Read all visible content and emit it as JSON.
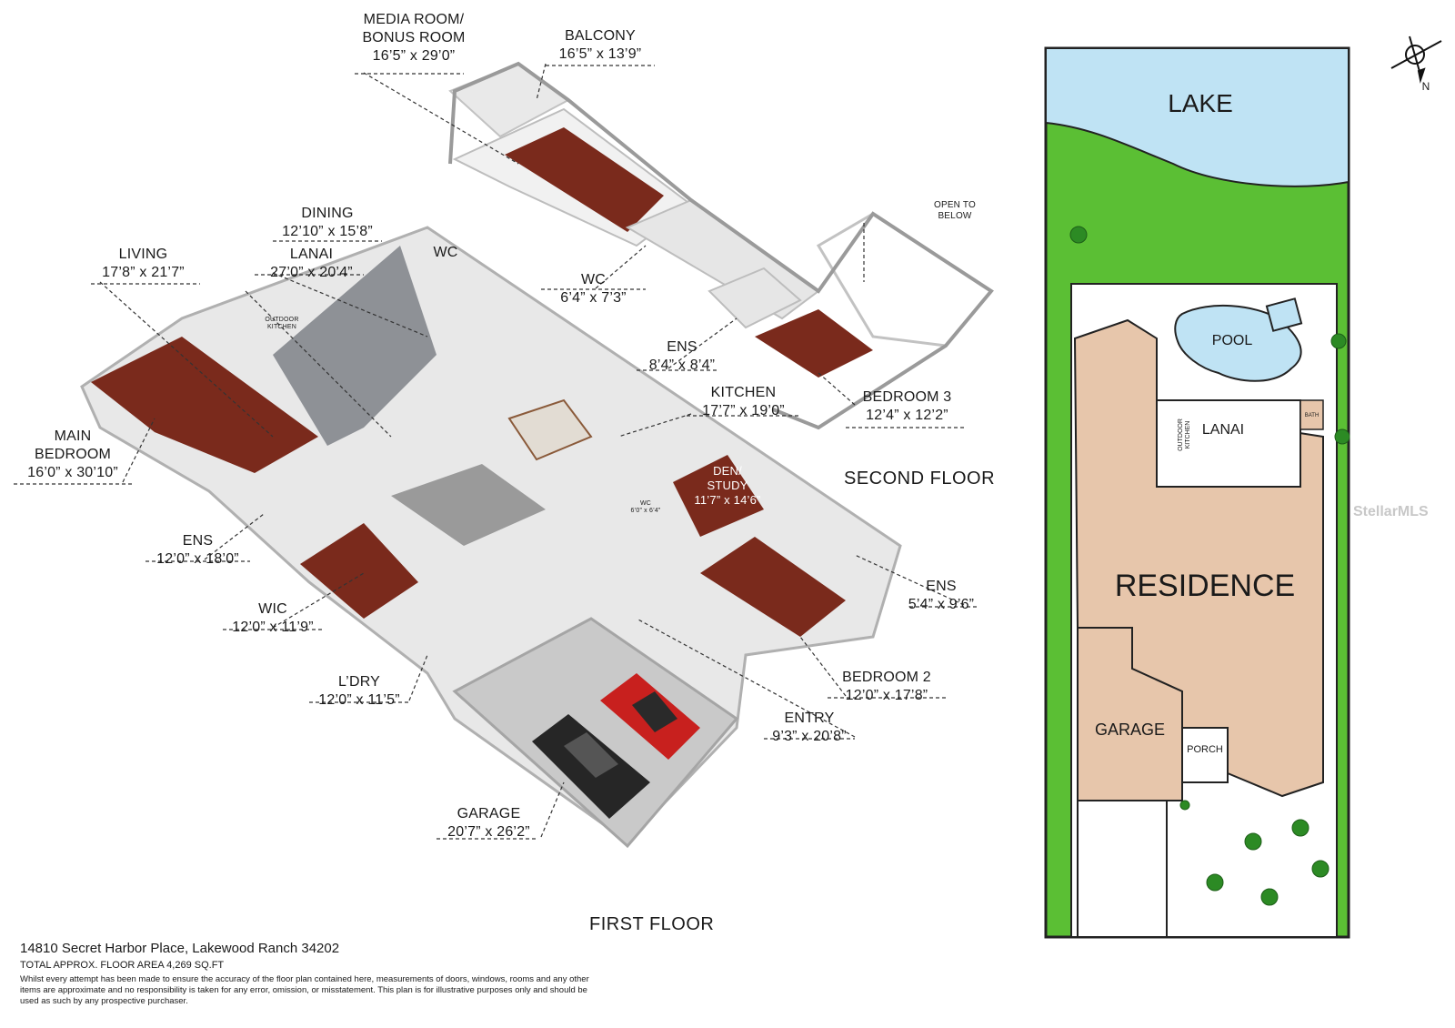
{
  "rooms": [
    {
      "id": "media",
      "name": "MEDIA ROOM/\nBONUS ROOM",
      "dims": "16’5” x 29’0”"
    },
    {
      "id": "balcony",
      "name": "BALCONY",
      "dims": "16’5” x 13’9”"
    },
    {
      "id": "dining",
      "name": "DINING",
      "dims": "12’10” x 15’8”"
    },
    {
      "id": "lanai",
      "name": "LANAI",
      "dims": "27’0” x 20’4”"
    },
    {
      "id": "living",
      "name": "LIVING",
      "dims": "17’8” x 21’7”"
    },
    {
      "id": "wc_up",
      "name": "WC",
      "dims": ""
    },
    {
      "id": "wc2",
      "name": "WC",
      "dims": "6’4” x 7’3”"
    },
    {
      "id": "open",
      "name": "OPEN TO\nBELOW",
      "dims": ""
    },
    {
      "id": "ens1",
      "name": "ENS",
      "dims": "8’4” x 8’4”"
    },
    {
      "id": "kitchen",
      "name": "KITCHEN",
      "dims": "17’7” x 19’0”"
    },
    {
      "id": "bed3",
      "name": "BEDROOM 3",
      "dims": "12’4” x 12’2”"
    },
    {
      "id": "main_bed",
      "name": "MAIN\nBEDROOM",
      "dims": "16’0” x 30’10”"
    },
    {
      "id": "den",
      "name": "DEN/\nSTUDY",
      "dims": "11’7” x 14’6”"
    },
    {
      "id": "ens_main",
      "name": "ENS",
      "dims": "12’0” x 18’0”"
    },
    {
      "id": "ens2",
      "name": "ENS",
      "dims": "5’4” x 9’6”"
    },
    {
      "id": "wic",
      "name": "WIC",
      "dims": "12’0” x 11’9”"
    },
    {
      "id": "bed2",
      "name": "BEDROOM 2",
      "dims": "12’0” x 17’8”"
    },
    {
      "id": "ldry",
      "name": "L’DRY",
      "dims": "12’0” x 11’5”"
    },
    {
      "id": "entry",
      "name": "ENTRY",
      "dims": "9’3” x 20’8”"
    },
    {
      "id": "garage",
      "name": "GARAGE",
      "dims": "20’7” x 26’2”"
    }
  ],
  "small_labels": {
    "outdoor_kitchen": "OUTDOOR\nKITCHEN",
    "wc_small": "WC",
    "wc_small_dims": "6’0” x 6’4”"
  },
  "floors": {
    "second": "SECOND FLOOR",
    "first": "FIRST FLOOR"
  },
  "footer": {
    "address": "14810 Secret Harbor Place, Lakewood Ranch 34202",
    "area": "TOTAL APPROX. FLOOR AREA 4,269 SQ.FT",
    "disclaimer": "Whilst every attempt has been made to ensure the accuracy of the floor plan contained here, measurements of doors, windows, rooms and any other items are approximate and no responsibility is taken for any error, omission, or misstatement. This plan is for illustrative purposes only and should be used as such by any prospective purchaser."
  },
  "site_plan": {
    "lake": "LAKE",
    "pool": "POOL",
    "lanai": "LANAI",
    "outdoor_kitchen": "OUTDOOR\nKITCHEN",
    "bath": "BATH",
    "residence": "RESIDENCE",
    "garage": "GARAGE",
    "porch": "PORCH",
    "north": "N",
    "colors": {
      "lake": "#bfe3f4",
      "grass": "#5bbf34",
      "residence": "#e7c6ab",
      "pool": "#bfe3f4",
      "floor_wood": "#7a2a1c",
      "floor_tile": "#8e9196"
    }
  },
  "watermark": "StellarMLS"
}
